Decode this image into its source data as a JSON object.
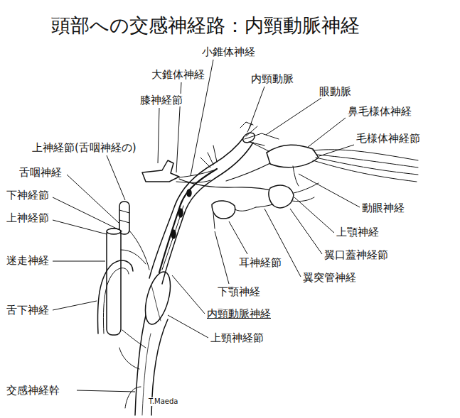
{
  "diagram": {
    "title": "頭部への交感神経路：内頸動脈神経",
    "labels": [
      "小錐体神経",
      "大錐体神経",
      "内頸動脈",
      "眼動脈",
      "膝神経節",
      "鼻毛様体神経",
      "毛様体神経節",
      "上神経節(舌咽神経の)",
      "舌咽神経",
      "動眼神経",
      "下神経節",
      "上顎神経",
      "上神経節",
      "翼口蓋神経節",
      "迷走神経",
      "翼突管神経",
      "耳神経節",
      "舌下神経",
      "下顎神経",
      "内頸動脈神経",
      "上頸神経節",
      "交感神経幹",
      "T.Maeda"
    ]
  }
}
